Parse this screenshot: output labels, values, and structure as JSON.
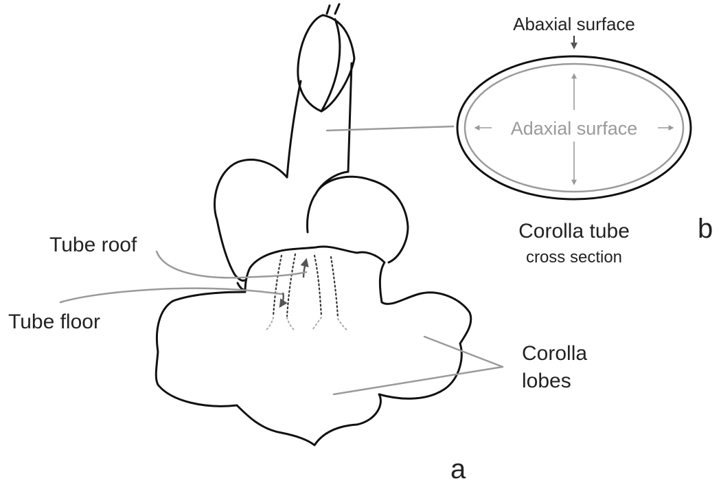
{
  "panel_a": {
    "panel_label": "a",
    "labels": {
      "tube_roof": "Tube roof",
      "tube_floor": "Tube floor",
      "corolla_lobes_line1": "Corolla",
      "corolla_lobes_line2": "lobes"
    }
  },
  "panel_b": {
    "panel_label": "b",
    "abaxial_label": "Abaxial surface",
    "adaxial_label": "Adaxial surface",
    "caption_line1": "Corolla tube",
    "caption_line2": "cross section"
  },
  "colors": {
    "outline": "#111111",
    "annotation_gray": "#9a9a9a",
    "text": "#222222"
  }
}
